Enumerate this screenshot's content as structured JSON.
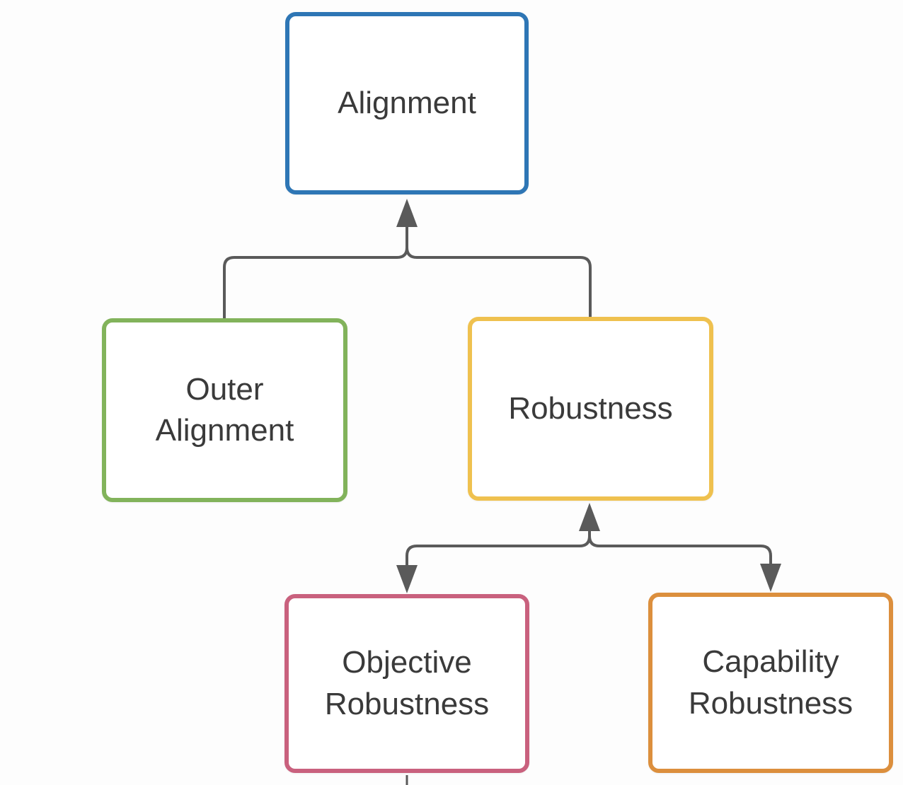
{
  "diagram": {
    "background": "#fdfdfd",
    "connector_color": "#5a5a5a",
    "text_color": "#3a3a3a",
    "nodes": [
      {
        "id": "alignment",
        "label": "Alignment",
        "border_color": "#2e76b5"
      },
      {
        "id": "outer-alignment",
        "label": "Outer Alignment",
        "border_color": "#82b35b"
      },
      {
        "id": "robustness",
        "label": "Robustness",
        "border_color": "#efc14f"
      },
      {
        "id": "objective-robustness",
        "label": "Objective Robustness",
        "border_color": "#c9617e"
      },
      {
        "id": "capability-robustness",
        "label": "Capability Robustness",
        "border_color": "#dc8f3d"
      }
    ],
    "edges": [
      {
        "from": "outer-alignment",
        "to": "alignment",
        "arrowheads": "into-parent"
      },
      {
        "from": "robustness",
        "to": "alignment",
        "arrowheads": "into-parent"
      },
      {
        "from": "robustness",
        "to": "objective-robustness",
        "arrowheads": "both-ends"
      },
      {
        "from": "robustness",
        "to": "capability-robustness",
        "arrowheads": "both-ends"
      }
    ]
  }
}
